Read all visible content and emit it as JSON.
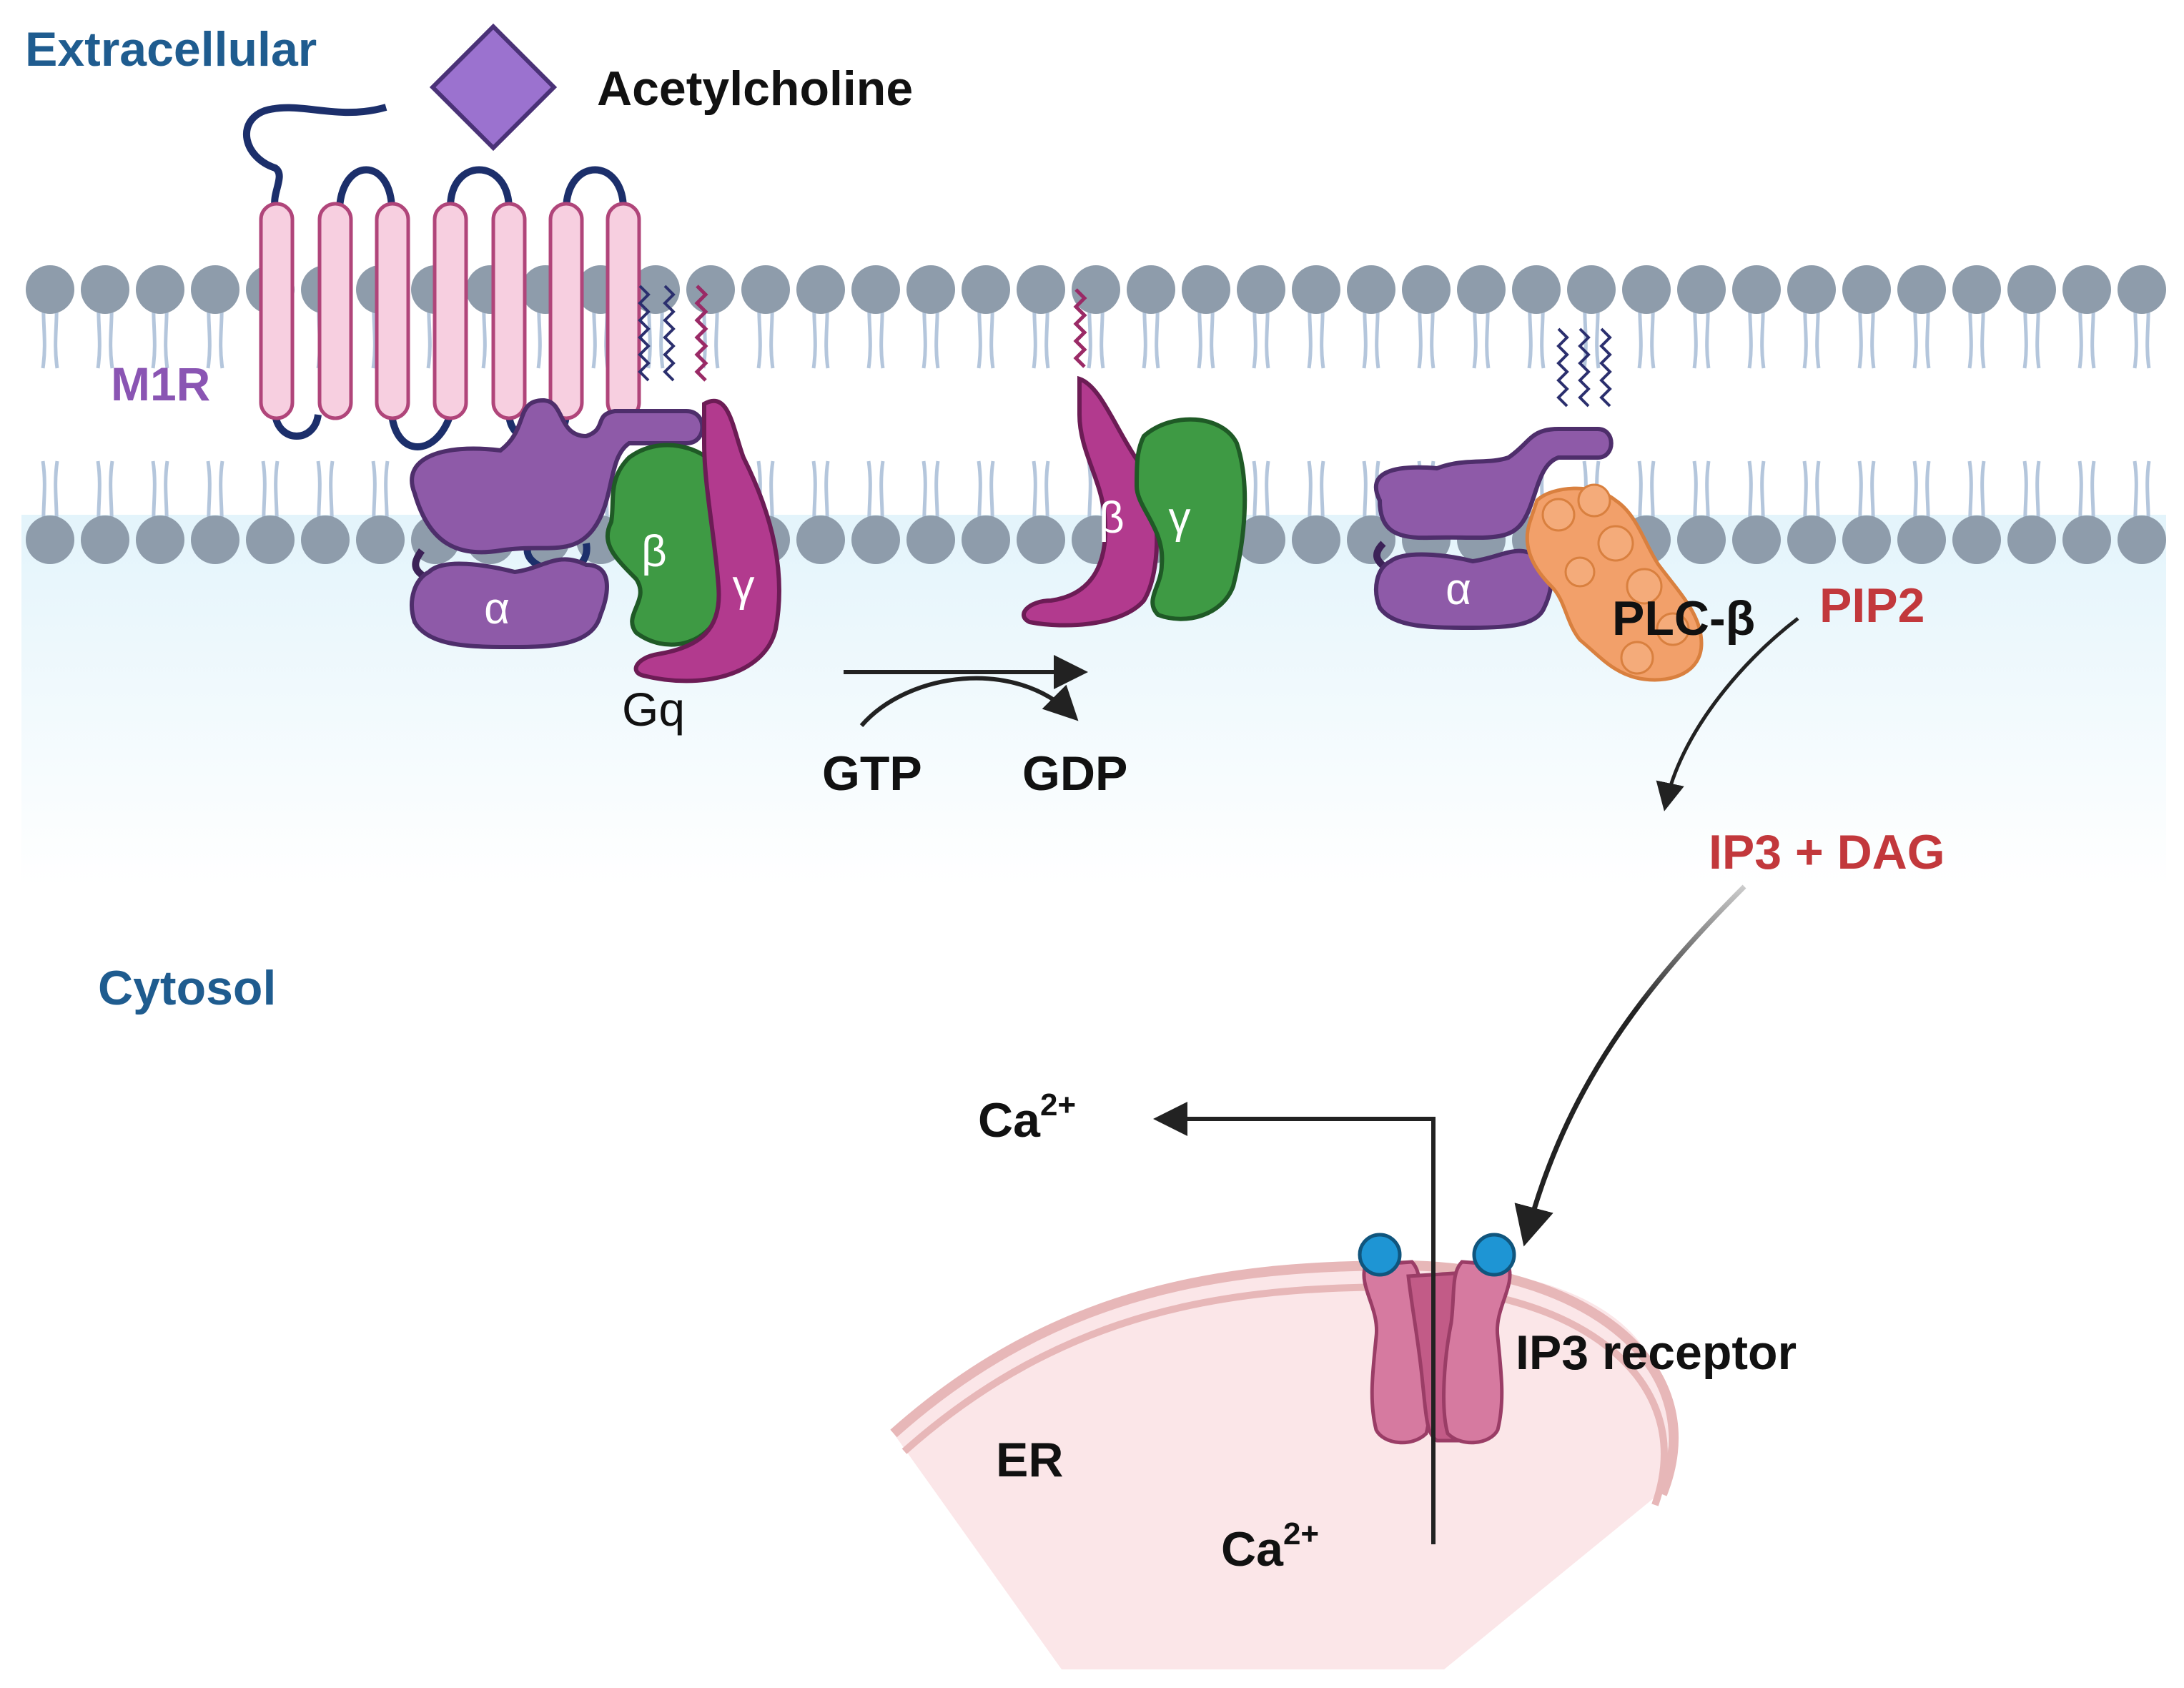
{
  "labels": {
    "extracellular": "Extracellular",
    "acetylcholine": "Acetylcholine",
    "m1r": "M1R",
    "alpha": "α",
    "beta": "β",
    "gamma": "γ",
    "gq": "Gq",
    "gtp": "GTP",
    "gdp": "GDP",
    "plc_beta": "PLC-β",
    "pip2": "PIP2",
    "ip3_dag": "IP3 + DAG",
    "cytosol": "Cytosol",
    "ca_cytosol_base": "Ca",
    "ca_cytosol_charge": "2+",
    "ip3_receptor": "IP3 receptor",
    "er": "ER",
    "ca_er_base": "Ca",
    "ca_er_charge": "2+"
  },
  "colors": {
    "region_blue": "#1f5c8f",
    "second_messenger_red": "#c2383c",
    "receptor_pink": "#f7cfe0",
    "receptor_outline": "#b0457a",
    "g_alpha_purple": "#8e5aa8",
    "g_beta_green": "#3e9a44",
    "g_gamma_magenta": "#b23a8e",
    "plc_orange": "#f2a06a",
    "lipid_head_gray": "#8e9cab",
    "cytosol_tint": "#e3f4fb",
    "er_pink": "#fbe6e8",
    "ip3_ligand_blue": "#1e95d4",
    "ligand_violet": "#9b72cf"
  }
}
